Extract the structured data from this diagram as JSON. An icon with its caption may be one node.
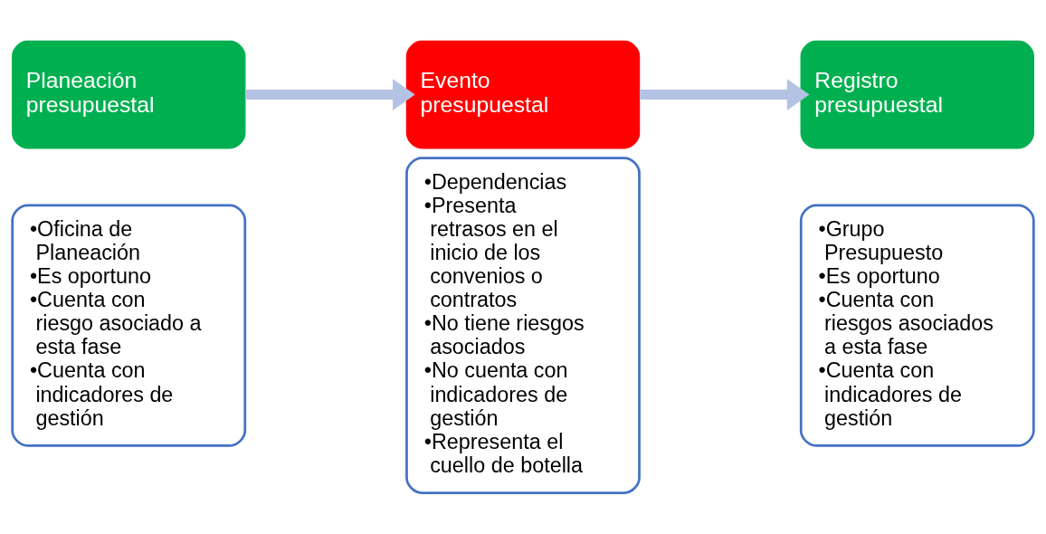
{
  "diagram": {
    "nodes": [
      {
        "text": [
          "Planeación presupuestal"
        ]
      },
      {
        "text": [
          "•Oficina de Planeación",
          "•Es oportuno",
          "•Cuenta con riesgo asociado a esta fase",
          "•Cuenta con indicadores de gestión"
        ]
      },
      {
        "text": [
          "Evento presupuestal"
        ]
      },
      {
        "text": [
          "•Dependencias",
          "•Presenta retrasos en el inicio de los convenios o contratos",
          "•No tiene riesgos asociados",
          "•No cuenta con indicadores de gestión",
          "•Representa el cuello de botella"
        ]
      },
      {
        "text": [
          "Registro presupuestal"
        ]
      },
      {
        "text": [
          "•Grupo Presupuesto",
          "•Es oportuno",
          "•Cuenta con riesgos asociados a esta fase",
          "•Cuenta con indicadores de gestión"
        ]
      }
    ],
    "edges": [
      {
        "from": 0,
        "to": 2,
        "arrow": "to"
      },
      {
        "from": 2,
        "to": 4,
        "arrow": "to"
      }
    ]
  }
}
